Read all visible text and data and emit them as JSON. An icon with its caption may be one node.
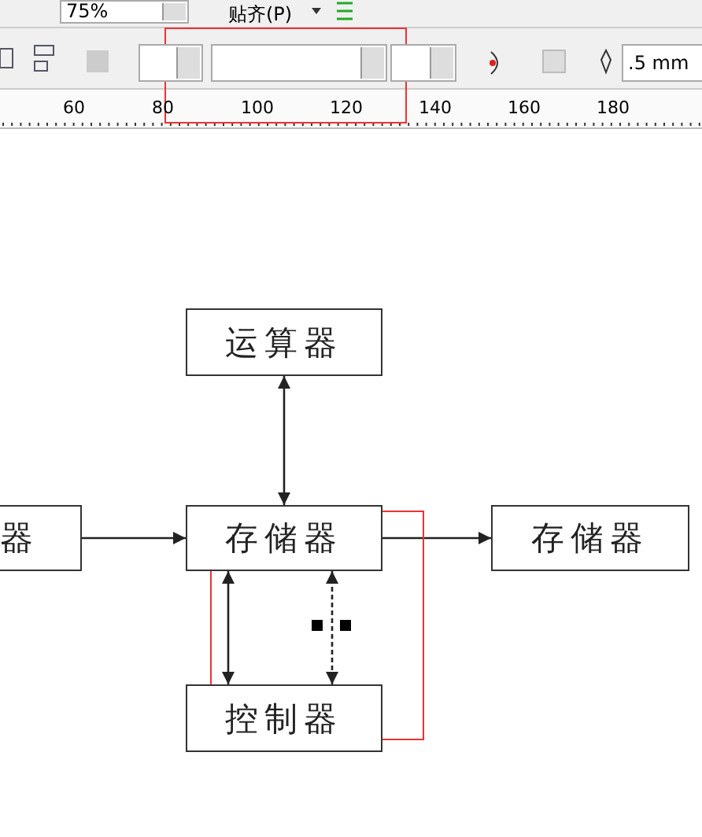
{
  "diagram": {
    "nodes": [
      {
        "text": [
          "运算器"
        ]
      },
      {
        "text": [
          "器"
        ]
      },
      {
        "text": [
          "存储器"
        ]
      },
      {
        "text": [
          "存储器"
        ]
      },
      {
        "text": [
          "控制器"
        ]
      }
    ],
    "edges": [
      {
        "from": 0,
        "to": 2,
        "arrow": "both"
      },
      {
        "from": 1,
        "to": 2,
        "arrow": "to"
      },
      {
        "from": 2,
        "to": 3,
        "arrow": "to"
      },
      {
        "from": 2,
        "to": 4,
        "arrow": "both"
      },
      {
        "from": 2,
        "to": 4,
        "arrow": "both",
        "style": "dashed"
      }
    ],
    "labels": [
      "75%",
      "贴齐(P)",
      ".5 mm",
      "60",
      "80",
      "100",
      "120",
      "140",
      "160",
      "180"
    ]
  }
}
